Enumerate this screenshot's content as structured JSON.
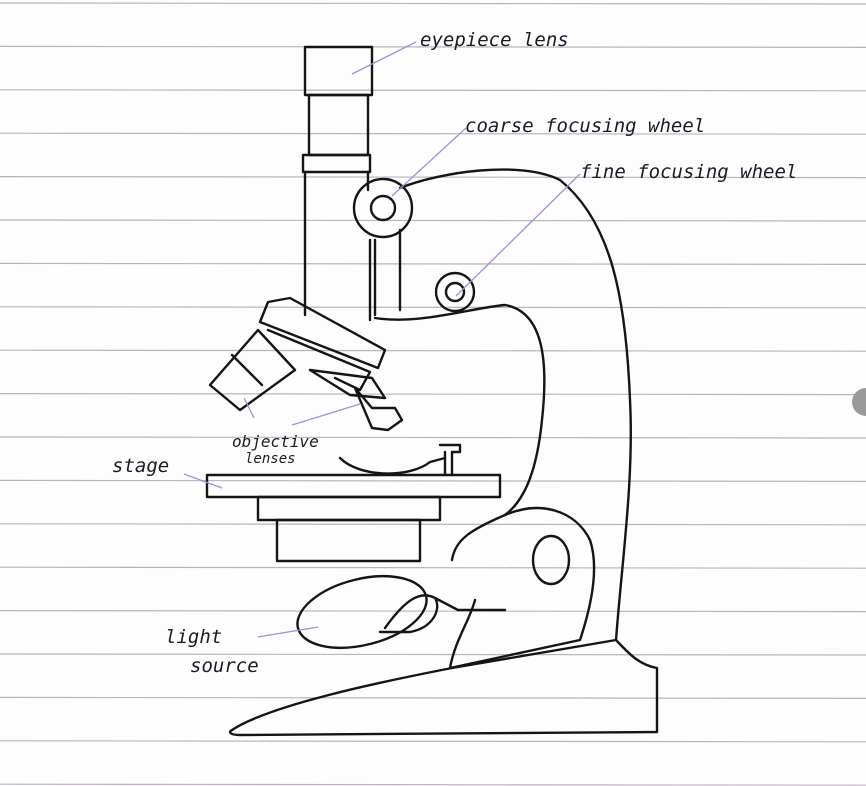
{
  "title": "Microscope diagram",
  "labels": {
    "eyepiece": "eyepiece lens",
    "coarse": "coarse focusing wheel",
    "fine": "fine focusing wheel",
    "objective_1": "objective",
    "objective_2": "lenses",
    "stage": "stage",
    "light_1": "light",
    "light_2": "source"
  },
  "colors": {
    "ink": "#151515",
    "leader": "#a88be0",
    "rule": "#b9b3bf"
  }
}
